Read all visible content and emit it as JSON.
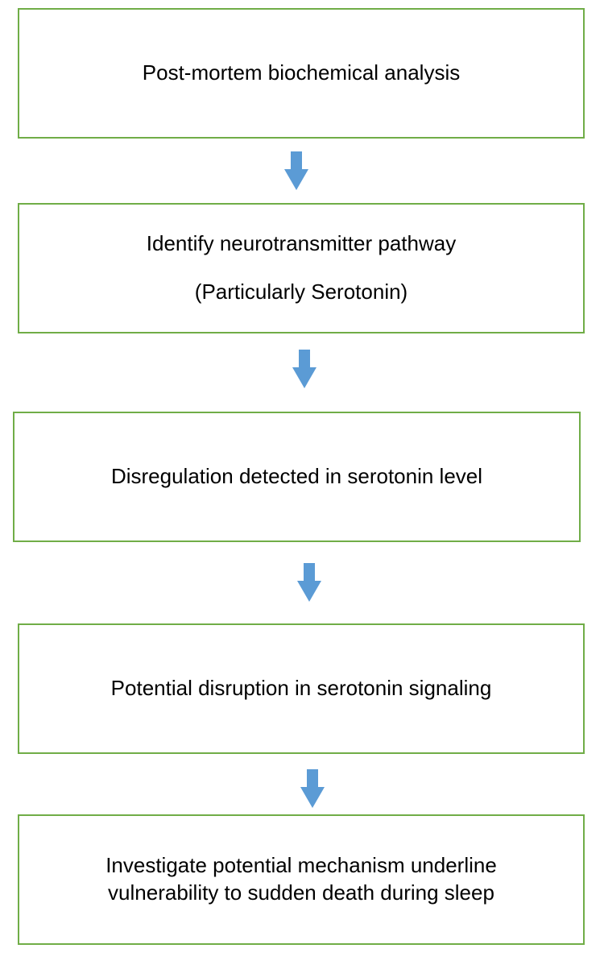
{
  "flowchart": {
    "arrow_color": "#5b9bd5",
    "border_color": "#70ad47",
    "steps": [
      {
        "lines": [
          "Post-mortem biochemical analysis"
        ]
      },
      {
        "lines": [
          "Identify neurotransmitter pathway",
          "(Particularly Serotonin)"
        ]
      },
      {
        "lines": [
          "Disregulation detected in serotonin level"
        ]
      },
      {
        "lines": [
          "Potential disruption in serotonin signaling"
        ]
      },
      {
        "lines": [
          "Investigate potential mechanism underline",
          "vulnerability to sudden death during sleep"
        ]
      }
    ]
  }
}
